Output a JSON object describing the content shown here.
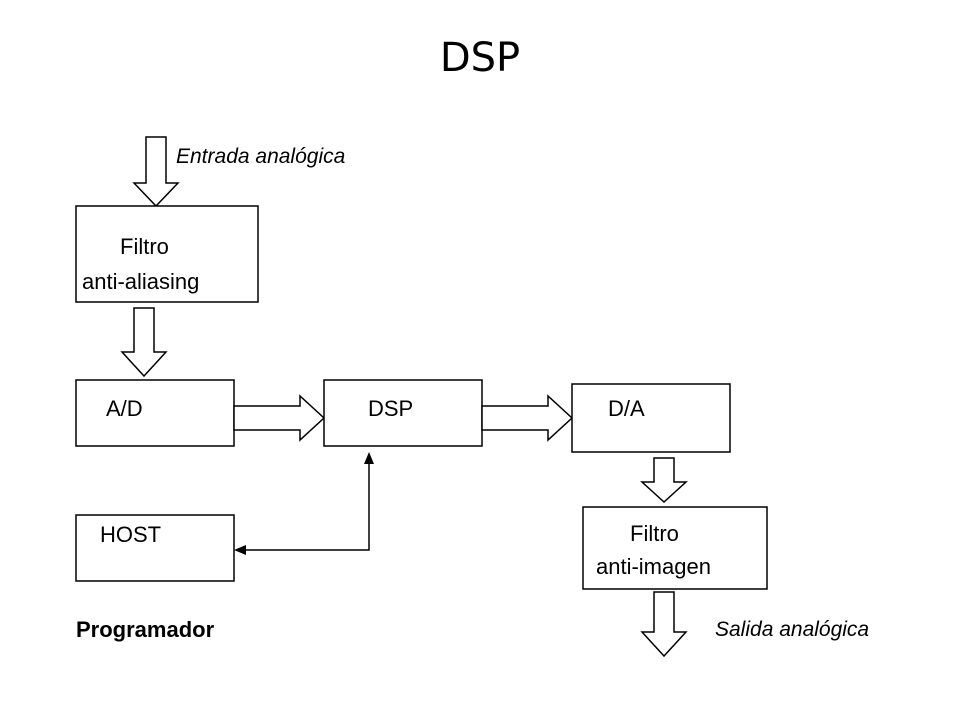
{
  "title": "DSP",
  "diagram": {
    "input_label": "Entrada analógica",
    "output_label": "Salida analógica",
    "programmer_label": "Programador",
    "blocks": {
      "anti_aliasing": {
        "line1": "Filtro",
        "line2": "anti-aliasing"
      },
      "ad": {
        "label": "A/D"
      },
      "dsp": {
        "label": "DSP"
      },
      "da": {
        "label": "D/A"
      },
      "host": {
        "label": "HOST"
      },
      "anti_image": {
        "line1": "Filtro",
        "line2": "anti-imagen"
      }
    }
  }
}
